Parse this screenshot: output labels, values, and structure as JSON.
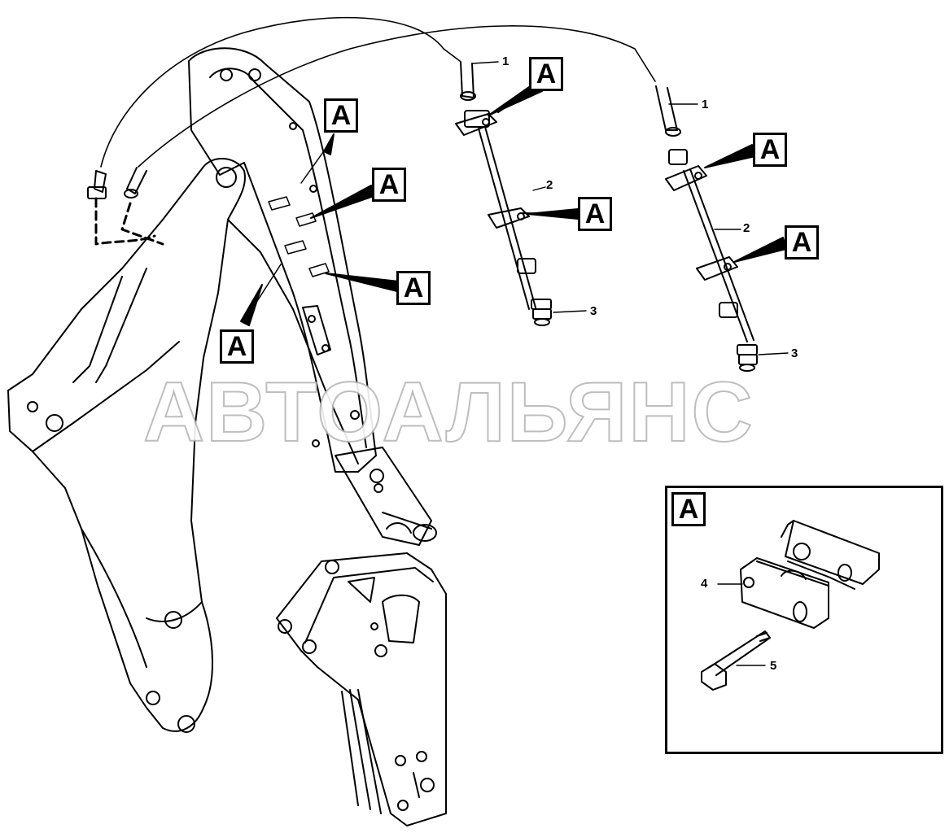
{
  "callout_letter": "A",
  "part_numbers": {
    "hose": "1",
    "pipe": "2",
    "fitting": "3",
    "clamp_half": "4",
    "bolt": "5"
  },
  "watermark": "АВТОАЛЬЯНС",
  "inset": {
    "label": "A"
  }
}
